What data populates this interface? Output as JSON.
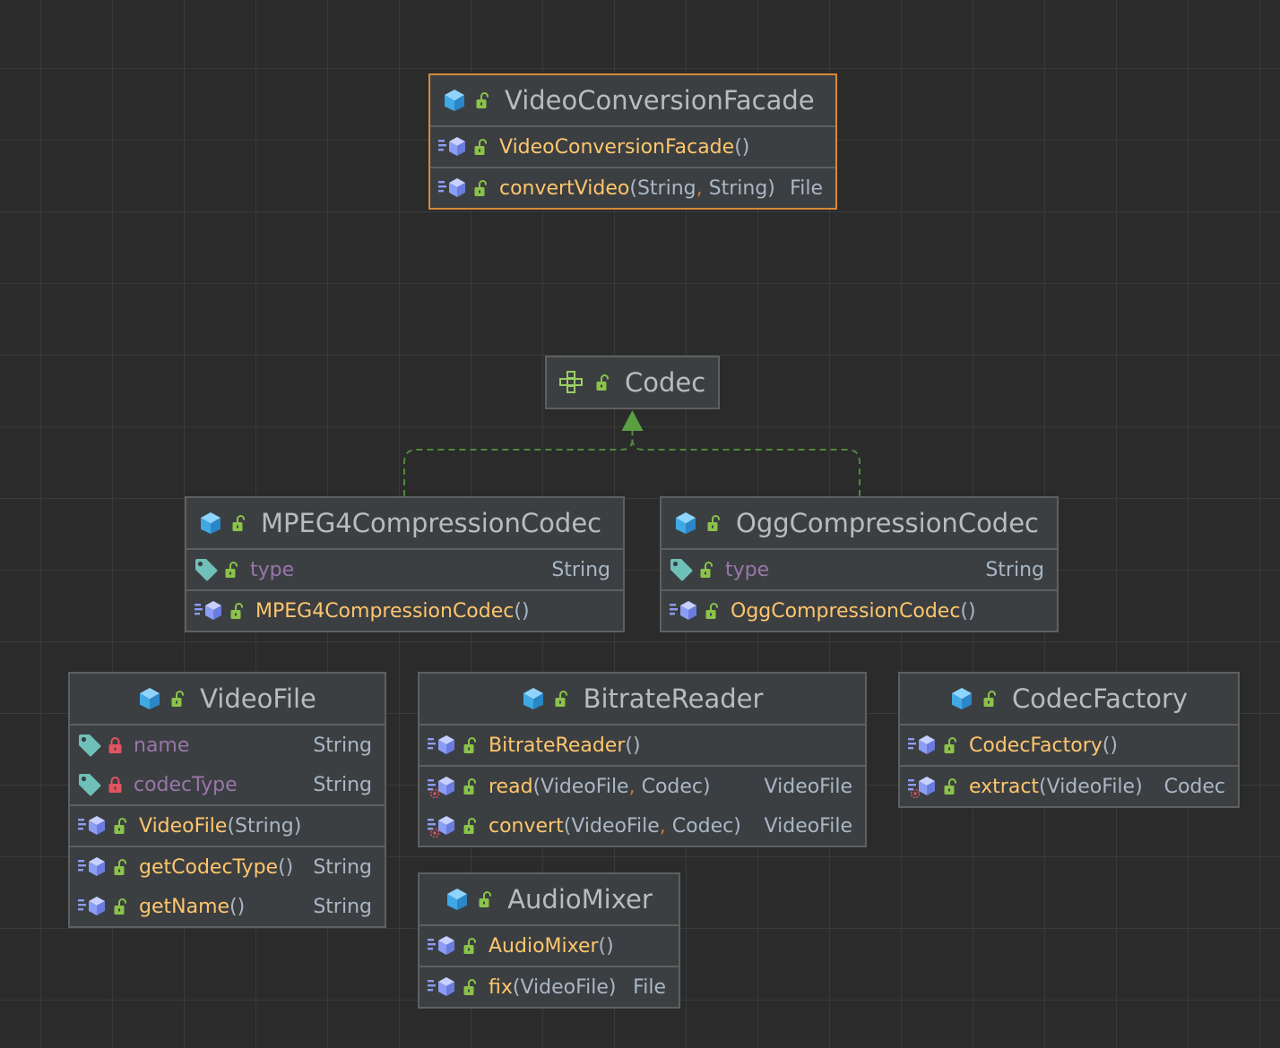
{
  "diagram": {
    "classes": [
      {
        "id": "video-conversion-facade",
        "name": "VideoConversionFacade",
        "kind": "class",
        "selected": true,
        "sections": [
          [
            {
              "member": "constructor",
              "name": "VideoConversionFacade",
              "params": "()",
              "type": ""
            }
          ],
          [
            {
              "member": "method",
              "name": "convertVideo",
              "params_list": [
                "String",
                "String"
              ],
              "type": "File"
            }
          ]
        ]
      },
      {
        "id": "codec",
        "name": "Codec",
        "kind": "interface",
        "sections": []
      },
      {
        "id": "mpeg4-compression-codec",
        "name": "MPEG4CompressionCodec",
        "kind": "class",
        "sections": [
          [
            {
              "member": "field",
              "name": "type",
              "type": "String",
              "access": "public"
            }
          ],
          [
            {
              "member": "constructor",
              "name": "MPEG4CompressionCodec",
              "params": "()",
              "type": ""
            }
          ]
        ]
      },
      {
        "id": "ogg-compression-codec",
        "name": "OggCompressionCodec",
        "kind": "class",
        "sections": [
          [
            {
              "member": "field",
              "name": "type",
              "type": "String",
              "access": "public"
            }
          ],
          [
            {
              "member": "constructor",
              "name": "OggCompressionCodec",
              "params": "()",
              "type": ""
            }
          ]
        ]
      },
      {
        "id": "video-file",
        "name": "VideoFile",
        "kind": "class",
        "sections": [
          [
            {
              "member": "field",
              "name": "name",
              "type": "String",
              "access": "private"
            },
            {
              "member": "field",
              "name": "codecType",
              "type": "String",
              "access": "private"
            }
          ],
          [
            {
              "member": "constructor",
              "name": "VideoFile",
              "params": "(String)",
              "type": ""
            }
          ],
          [
            {
              "member": "method",
              "name": "getCodecType",
              "params": "()",
              "type": "String"
            },
            {
              "member": "method",
              "name": "getName",
              "params": "()",
              "type": "String"
            }
          ]
        ]
      },
      {
        "id": "bitrate-reader",
        "name": "BitrateReader",
        "kind": "class",
        "sections": [
          [
            {
              "member": "constructor",
              "name": "BitrateReader",
              "params": "()",
              "type": ""
            }
          ],
          [
            {
              "member": "method",
              "name": "read",
              "params_list": [
                "VideoFile",
                "Codec"
              ],
              "type": "VideoFile",
              "static": true
            },
            {
              "member": "method",
              "name": "convert",
              "params_list": [
                "VideoFile",
                "Codec"
              ],
              "type": "VideoFile",
              "static": true
            }
          ]
        ]
      },
      {
        "id": "codec-factory",
        "name": "CodecFactory",
        "kind": "class",
        "sections": [
          [
            {
              "member": "constructor",
              "name": "CodecFactory",
              "params": "()",
              "type": ""
            }
          ],
          [
            {
              "member": "method",
              "name": "extract",
              "params": "(VideoFile)",
              "type": "Codec",
              "static": true
            }
          ]
        ]
      },
      {
        "id": "audio-mixer",
        "name": "AudioMixer",
        "kind": "class",
        "sections": [
          [
            {
              "member": "constructor",
              "name": "AudioMixer",
              "params": "()",
              "type": ""
            }
          ],
          [
            {
              "member": "method",
              "name": "fix",
              "params": "(VideoFile)",
              "type": "File"
            }
          ]
        ]
      }
    ],
    "relations": [
      {
        "from": "mpeg4-compression-codec",
        "to": "codec",
        "type": "realization"
      },
      {
        "from": "ogg-compression-codec",
        "to": "codec",
        "type": "realization"
      }
    ]
  },
  "colors": {
    "background": "#2b2b2b",
    "grid": "#3a3a3a",
    "box_fill": "#3c3f41",
    "box_border": "#5e6060",
    "selected_border": "#d7883b",
    "class_name": "#bbbbbb",
    "method_name": "#ffc66d",
    "field_name": "#9876aa",
    "text": "#a9b7c6",
    "comma": "#cc7832",
    "class_icon": "#3fa9e6",
    "public_lock": "#8bc34a",
    "private_lock": "#e05560",
    "field_tag": "#6fc0b8",
    "method_icon": "#8b9df5",
    "interface_icon": "#9ccc65",
    "relation_line": "#4d8a3a",
    "relation_arrow": "#5aa042"
  },
  "icons": {
    "class": "class-cube-icon",
    "interface": "interface-icon",
    "public": "unlocked-padlock-icon",
    "private": "locked-padlock-icon",
    "field": "field-tag-icon",
    "method": "method-icon",
    "static_marker": "static-marker-icon"
  }
}
